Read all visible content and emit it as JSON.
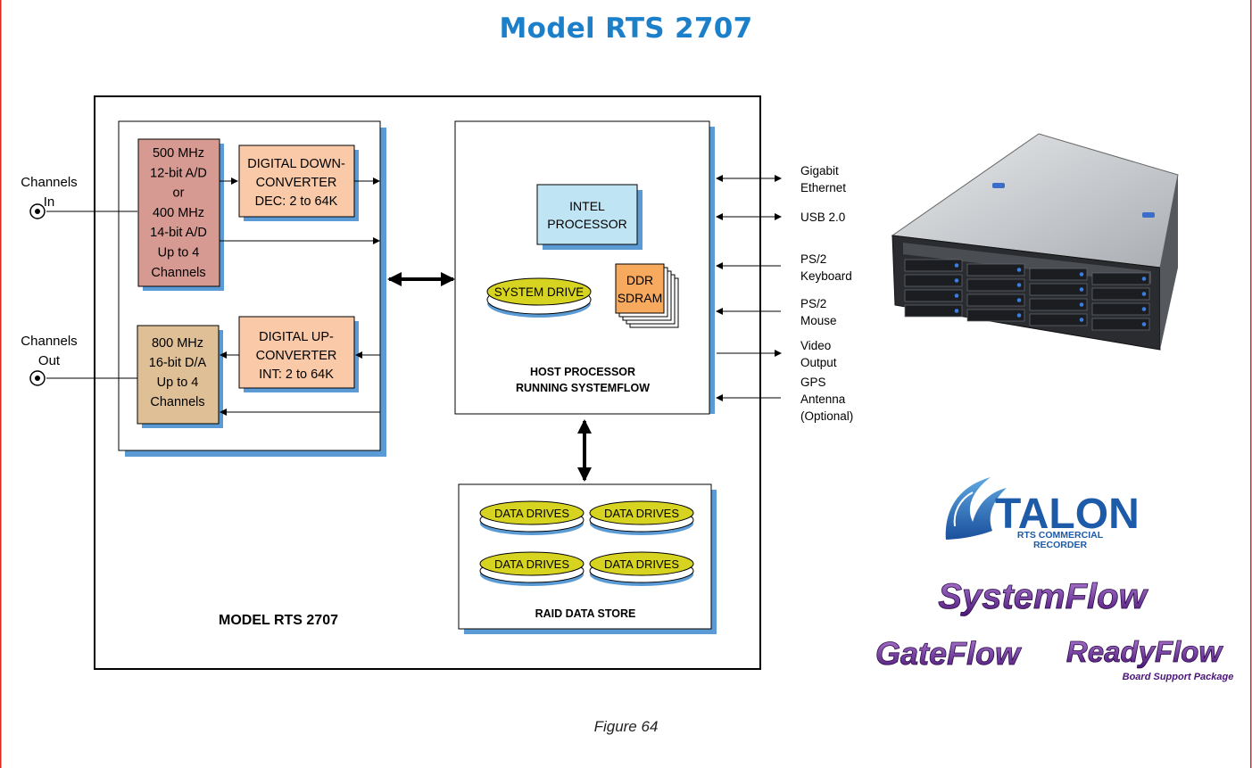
{
  "title": "Model RTS 2707",
  "figure_caption": "Figure 64",
  "colors": {
    "title": "#1b7fc9",
    "frame_border": "#d9281f",
    "shadow": "#5b9bd5",
    "adc_fill": "#d69a92",
    "converter_fill": "#f9c9a8",
    "dac_fill": "#dfbf95",
    "intel_fill": "#bfe4f4",
    "ddr_fill": "#f7a95e",
    "drive_fill": "#d6d321"
  },
  "labels": {
    "channels_in": [
      "Channels",
      "In"
    ],
    "channels_out": [
      "Channels",
      "Out"
    ],
    "adc": [
      "500 MHz",
      "12-bit A/D",
      "or",
      "400 MHz",
      "14-bit A/D",
      "Up to 4",
      "Channels"
    ],
    "ddc": [
      "DIGITAL DOWN-",
      "CONVERTER",
      "DEC: 2 to 64K"
    ],
    "duc": [
      "DIGITAL UP-",
      "CONVERTER",
      "INT: 2 to 64K"
    ],
    "dac": [
      "800 MHz",
      "16-bit D/A",
      "Up to 4",
      "Channels"
    ],
    "intel": [
      "INTEL",
      "PROCESSOR"
    ],
    "system_drive": "SYSTEM DRIVE",
    "ddr": [
      "DDR",
      "SDRAM"
    ],
    "host": [
      "HOST PROCESSOR",
      "RUNNING SYSTEMFLOW"
    ],
    "data_drive": "DATA DRIVES",
    "raid": "RAID DATA STORE",
    "model": "MODEL RTS 2707"
  },
  "io": {
    "gigabit": [
      "Gigabit",
      "Ethernet"
    ],
    "usb": [
      "USB 2.0"
    ],
    "keyboard": [
      "PS/2",
      "Keyboard"
    ],
    "mouse": [
      "PS/2",
      "Mouse"
    ],
    "video": [
      "Video",
      "Output"
    ],
    "gps": [
      "GPS",
      "Antenna",
      "(Optional)"
    ]
  },
  "logos": {
    "talon_name": "TALON",
    "talon_sub": [
      "RTS COMMERCIAL",
      "RECORDER"
    ],
    "systemflow": "SystemFlow",
    "gateflow": "GateFlow",
    "readyflow": "ReadyFlow",
    "readyflow_sub": "Board Support Package"
  },
  "icons": {
    "connector_in": "coax-connector-icon",
    "connector_out": "coax-connector-icon",
    "hardware": "rackmount-server-image"
  }
}
